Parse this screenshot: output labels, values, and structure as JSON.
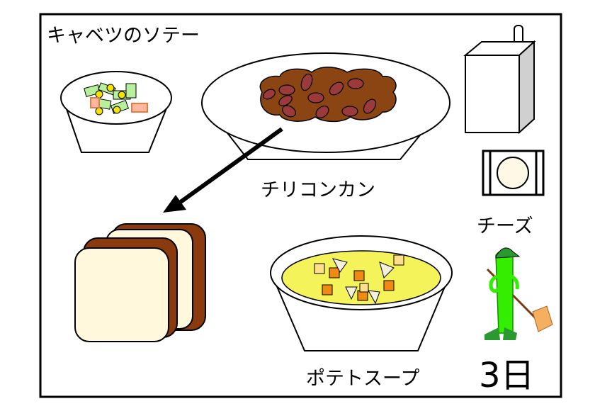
{
  "menu": {
    "items": [
      {
        "label": "キャベツのソテー"
      },
      {
        "label": "チリコンカン"
      },
      {
        "label": "チーズ"
      },
      {
        "label": "ポテトスープ"
      }
    ],
    "date_label": "3日"
  },
  "colors": {
    "chili": "#8B4513",
    "bean": "#9B3A3A",
    "bread_crust": "#8B3A0E",
    "bread": "#FFF8DC",
    "soup": "#F4F45A",
    "mascot": "#33EE00"
  }
}
